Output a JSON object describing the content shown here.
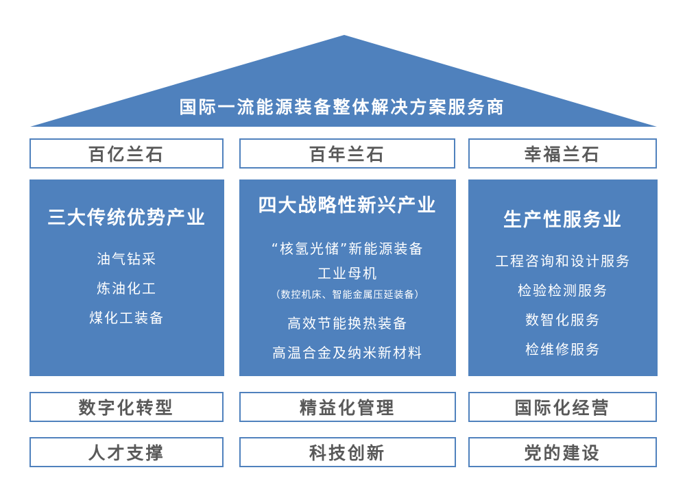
{
  "roof": {
    "title": "国际一流能源装备整体解决方案服务商"
  },
  "top_boxes": [
    "百亿兰石",
    "百年兰石",
    "幸福兰石"
  ],
  "pillars": [
    {
      "title": "三大传统优势产业",
      "items": [
        "油气钻采",
        "炼油化工",
        "煤化工装备"
      ]
    },
    {
      "title": "四大战略性新兴产业",
      "items": [
        "“核氢光储”新能源装备",
        "工业母机",
        "（数控机床、智能金属压延装备）",
        "高效节能换热装备",
        "高温合金及纳米新材料"
      ]
    },
    {
      "title": "生产性服务业",
      "items": [
        "工程咨询和设计服务",
        "检验检测服务",
        "数智化服务",
        "检维修服务"
      ]
    }
  ],
  "base_row1": [
    "数字化转型",
    "精益化管理",
    "国际化经营"
  ],
  "base_row2": [
    "人才支撑",
    "科技创新",
    "党的建设"
  ],
  "colors": {
    "accent": "#4f81bd",
    "text_gray": "#595959"
  }
}
